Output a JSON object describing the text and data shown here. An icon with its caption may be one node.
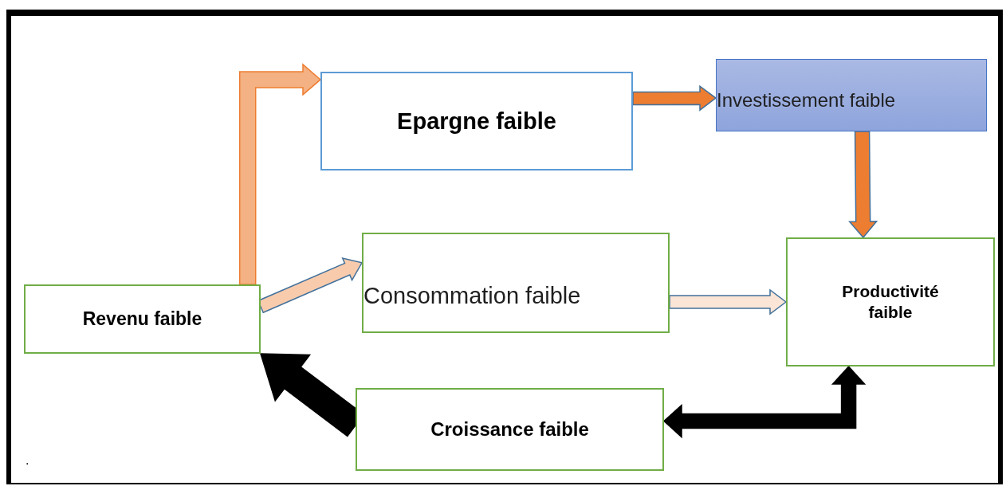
{
  "diagram": {
    "nodes": [
      {
        "text": [
          "Revenu faible"
        ]
      },
      {
        "text": [
          "Epargne faible"
        ]
      },
      {
        "text": [
          "Investissement faible"
        ]
      },
      {
        "text": [
          "Consommation faible"
        ]
      },
      {
        "text": [
          "Productivité faible"
        ]
      },
      {
        "text": [
          "Croissance faible"
        ]
      }
    ],
    "edges": [
      {
        "from": 0,
        "to": 1,
        "arrow": "to",
        "color": "#f4b183"
      },
      {
        "from": 1,
        "to": 2,
        "arrow": "to",
        "color": "#ed7d31"
      },
      {
        "from": 2,
        "to": 4,
        "arrow": "to",
        "color": "#ed7d31"
      },
      {
        "from": 0,
        "to": 3,
        "arrow": "to",
        "color": "#f8cbad"
      },
      {
        "from": 3,
        "to": 4,
        "arrow": "to",
        "color": "#fbe5d6"
      },
      {
        "from": 5,
        "to": 0,
        "arrow": "to",
        "style": "thick",
        "color": "#000000"
      },
      {
        "from": 5,
        "to": 4,
        "arrow": "both",
        "style": "thick",
        "color": "#000000"
      }
    ],
    "labels": [
      "."
    ]
  }
}
